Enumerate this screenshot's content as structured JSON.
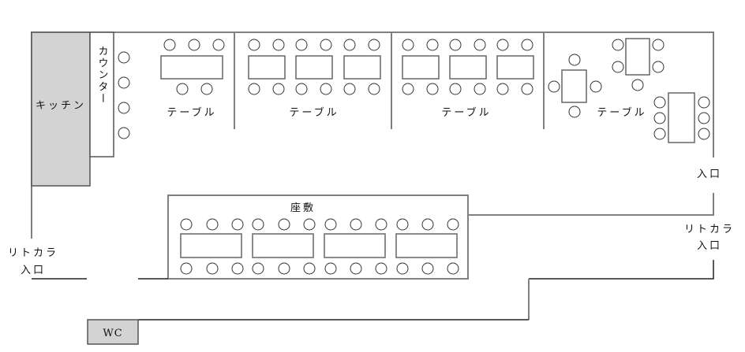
{
  "labels": {
    "kitchen": "キッチン",
    "counter": "カウンター",
    "table": "テーブル",
    "zashiki": "座敷",
    "entrance": "入口",
    "ritokara": "リトカラ",
    "wc": "WC"
  },
  "colors": {
    "kitchen_fill": "#d3d3d3",
    "wc_fill": "#d3d3d3",
    "wall": "#808080"
  }
}
